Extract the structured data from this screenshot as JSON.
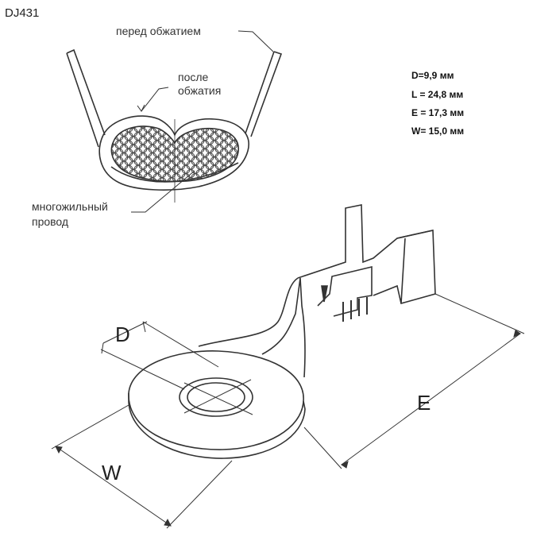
{
  "title": "DJ431",
  "crimp_diagram": {
    "before_crimp": "перед обжатием",
    "after_crimp_line1": "после",
    "after_crimp_line2": "обжатия",
    "stranded_wire_line1": "многожильный",
    "stranded_wire_line2": "провод"
  },
  "specs": [
    "D=9,9 мм",
    "L = 24,8 мм",
    "E = 17,3 мм",
    "W= 15,0 мм"
  ],
  "dimension_labels": {
    "d": "D",
    "e": "E",
    "w": "W"
  }
}
